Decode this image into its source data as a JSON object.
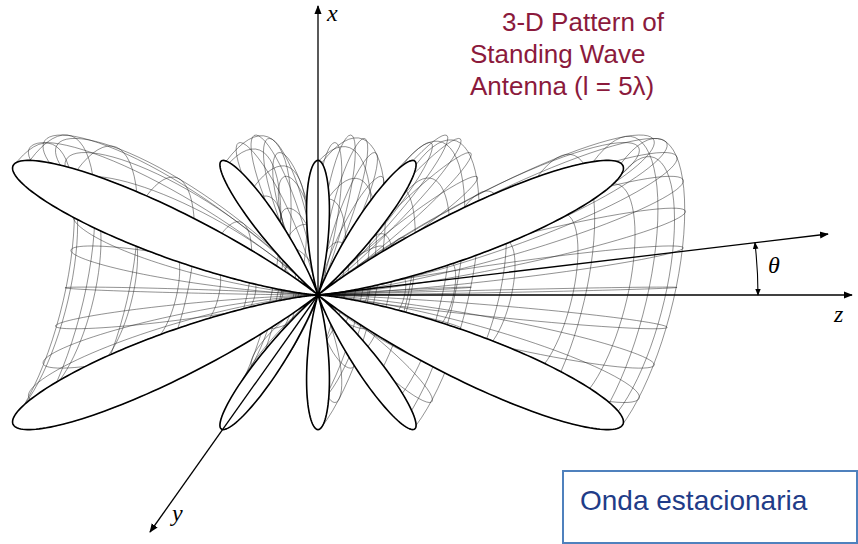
{
  "diagram": {
    "title": "3-D Pattern of Standing Wave Antenna (l = 5λ)",
    "nodes": [
      {
        "text": [
          "Onda estacionaria"
        ]
      }
    ],
    "labels": [
      "x",
      "z",
      "y",
      "θ"
    ]
  }
}
